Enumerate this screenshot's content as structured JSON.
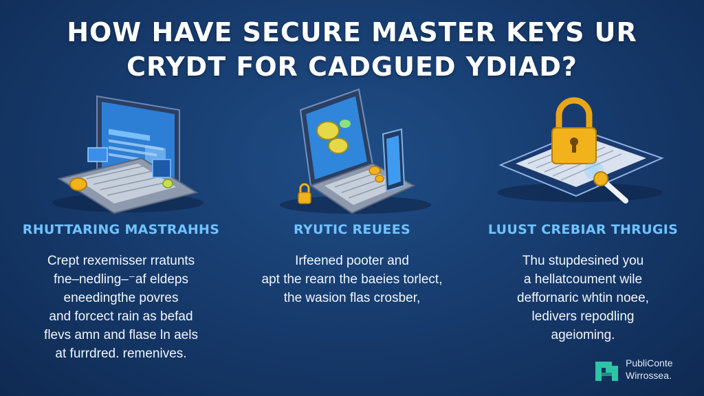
{
  "title": {
    "line1": "HOW HAVE SECURE MASTER KEYS UR",
    "line2": "CRYDT FOR CADGUED YDIAD?"
  },
  "columns": [
    {
      "heading": "RHUTTARING MASTRAHHS",
      "lines": [
        "Crept rexemisser rratunts",
        "fne–nedling–⁻af eldeps",
        "eneedingthe povres",
        "and forcect rain as befad",
        "flevs amn and flase ln aels",
        "at furrdred. remenives."
      ],
      "icon": "laptop-with-coins-icon"
    },
    {
      "heading": "RYUTIC REUEES",
      "lines": [
        "Irfeened pooter and",
        "apt the rearn the baeies torlect,",
        "the wasion flas crosber,"
      ],
      "icon": "monitor-with-phone-icon"
    },
    {
      "heading": "LUUST CREBIAR THRUGIS",
      "lines": [
        "Thu stupdesined you",
        "a hellatcoument wile",
        "deffornaric whtin noee,",
        "ledivers repodling",
        "ageioming."
      ],
      "icon": "padlock-keyboard-icon"
    }
  ],
  "logo": {
    "line1": "PubliConte",
    "line2": "Wirrossea.",
    "icon": "logo-mark-icon"
  },
  "colors": {
    "background": "#16396a",
    "heading": "#6fc3ff",
    "accent": "#f2b21c",
    "logo": "#2ec4a6"
  }
}
